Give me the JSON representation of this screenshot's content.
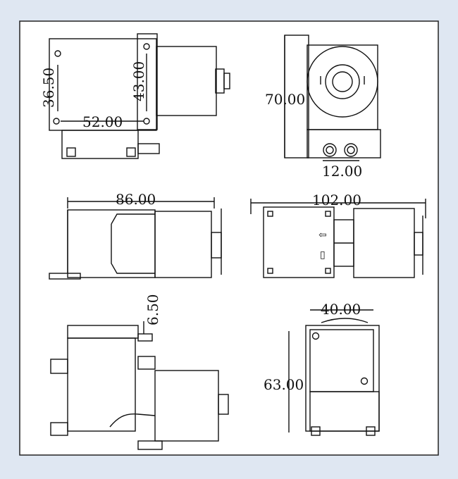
{
  "colors": {
    "background": "#dfe7f2",
    "paper": "#ffffff",
    "line": "#111111"
  },
  "views": {
    "top_left": {
      "dims": {
        "height": "36.50",
        "side": "43.00",
        "width": "52.00"
      }
    },
    "top_right": {
      "dims": {
        "height": "70.00",
        "spacing": "12.00"
      }
    },
    "middle_left": {
      "dims": {
        "length": "86.00"
      }
    },
    "middle_right": {
      "dims": {
        "length": "102.00"
      },
      "arrows": [
        "⇦",
        "▯"
      ]
    },
    "bottom_left": {
      "dims": {
        "offset": "6.50"
      }
    },
    "bottom_right": {
      "dims": {
        "width": "40.00",
        "height": "63.00"
      }
    }
  }
}
